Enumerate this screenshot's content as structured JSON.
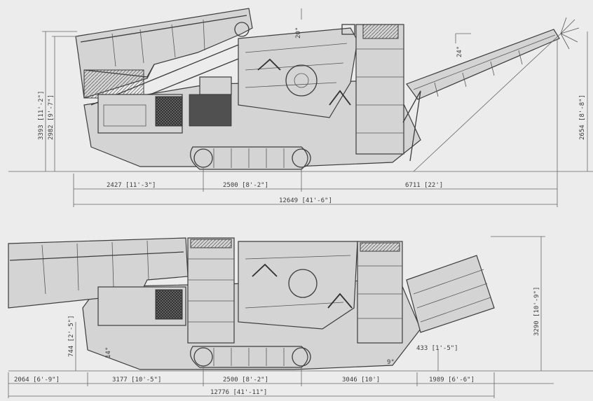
{
  "side_view": {
    "dims": {
      "d1": "2427 [11'-3\"]",
      "d2": "2500 [8'-2\"]",
      "d3": "6711 [22']",
      "overall": "12649 [41'-6\"]",
      "h1": "3393 [11'-2\"]",
      "h2": "2982 [9'-7\"]",
      "h3": "2654 [8'-8\"]",
      "angle_a": "20°",
      "angle_b": "24°"
    }
  },
  "transport_view": {
    "dims": {
      "d1": "2064 [6'-9\"]",
      "d2": "3177 [10'-5\"]",
      "d3": "2500 [8'-2\"]",
      "d4": "3046 [10']",
      "d5": "1989 [6'-6\"]",
      "overall": "12776 [41'-11\"]",
      "h_left": "744 [2'-5\"]",
      "h_right": "3290 [10'-9\"]",
      "clearance": "433 [1'-5\"]",
      "angle_a": "14°",
      "angle_b": "9°"
    }
  }
}
